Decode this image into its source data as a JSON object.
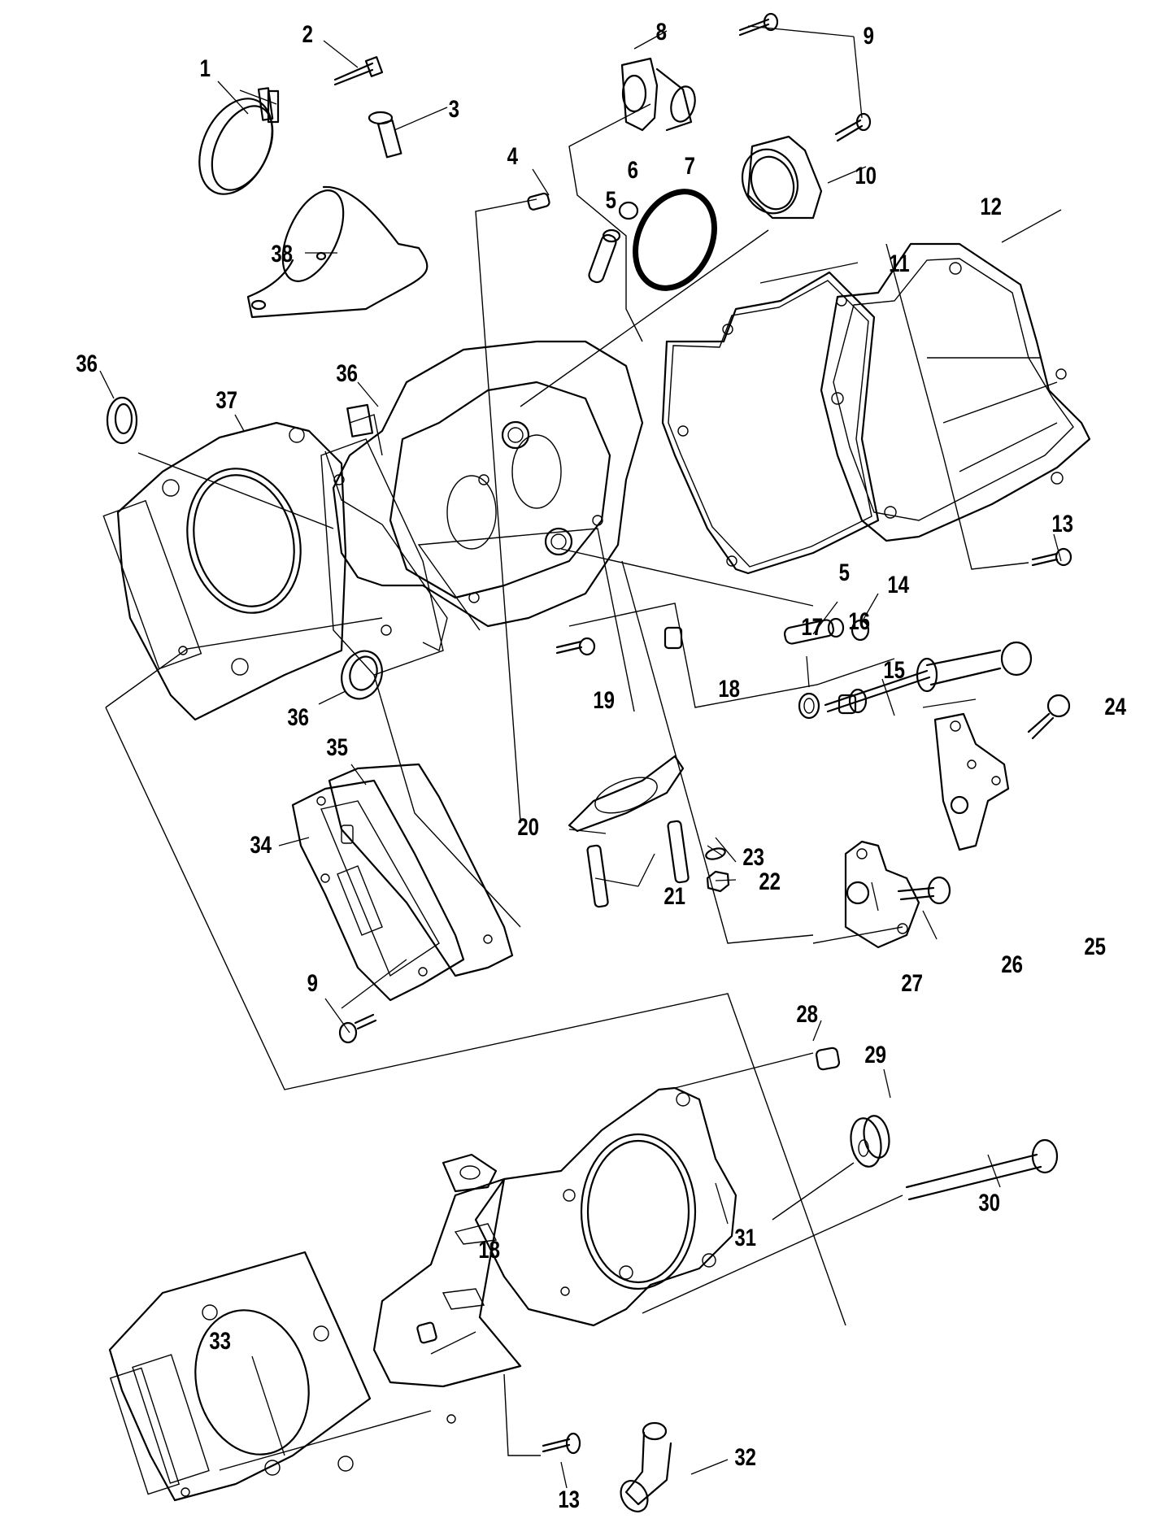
{
  "diagram": {
    "title": "Cylinder / Cylinder Head Assembly — Exploded Parts View",
    "line_color": "#000000",
    "background_color": "#ffffff",
    "callouts": [
      {
        "id": "c1",
        "label": "1",
        "part": "hose-clamp"
      },
      {
        "id": "c2",
        "label": "2",
        "part": "clamp-screw"
      },
      {
        "id": "c3",
        "label": "3",
        "part": "intake-boot-screw"
      },
      {
        "id": "c4",
        "label": "4",
        "part": "dowel-pin"
      },
      {
        "id": "c5a",
        "label": "5",
        "part": "valve-guide-upper"
      },
      {
        "id": "c6",
        "label": "6",
        "part": "valve-seal"
      },
      {
        "id": "c7",
        "label": "7",
        "part": "o-ring"
      },
      {
        "id": "c8",
        "label": "8",
        "part": "coolant-elbow"
      },
      {
        "id": "c9a",
        "label": "9",
        "part": "flange-bolt-upper"
      },
      {
        "id": "c10",
        "label": "10",
        "part": "thermostat-housing"
      },
      {
        "id": "c11",
        "label": "11",
        "part": "valve-cover-gasket"
      },
      {
        "id": "c12",
        "label": "12",
        "part": "valve-cover"
      },
      {
        "id": "c13a",
        "label": "13",
        "part": "cover-bolt-upper"
      },
      {
        "id": "c5b",
        "label": "5",
        "part": "valve-guide-lower"
      },
      {
        "id": "c14",
        "label": "14",
        "part": "valve-seal-lower"
      },
      {
        "id": "c15",
        "label": "15",
        "part": "head-bolt"
      },
      {
        "id": "c16",
        "label": "16",
        "part": "plug"
      },
      {
        "id": "c17",
        "label": "17",
        "part": "washer"
      },
      {
        "id": "c18a",
        "label": "18",
        "part": "dowel-upper"
      },
      {
        "id": "c19",
        "label": "19",
        "part": "bolt"
      },
      {
        "id": "c20",
        "label": "20",
        "part": "exhaust-gasket"
      },
      {
        "id": "c21",
        "label": "21",
        "part": "studs"
      },
      {
        "id": "c22",
        "label": "22",
        "part": "nut"
      },
      {
        "id": "c23",
        "label": "23",
        "part": "lock-washer"
      },
      {
        "id": "c24",
        "label": "24",
        "part": "bracket-bolt"
      },
      {
        "id": "c25",
        "label": "25",
        "part": "bracket-bolt-long"
      },
      {
        "id": "c26",
        "label": "26",
        "part": "bracket-right"
      },
      {
        "id": "c27",
        "label": "27",
        "part": "bracket-left"
      },
      {
        "id": "c28",
        "label": "28",
        "part": "dowel-cap"
      },
      {
        "id": "c29",
        "label": "29",
        "part": "fitting"
      },
      {
        "id": "c30",
        "label": "30",
        "part": "cylinder-bolt"
      },
      {
        "id": "c31",
        "label": "31",
        "part": "cylinder"
      },
      {
        "id": "c32",
        "label": "32",
        "part": "water-elbow"
      },
      {
        "id": "c13b",
        "label": "13",
        "part": "cylinder-bolt-small"
      },
      {
        "id": "c33",
        "label": "33",
        "part": "base-gasket"
      },
      {
        "id": "c18b",
        "label": "18",
        "part": "dowel-lower"
      },
      {
        "id": "c9b",
        "label": "9",
        "part": "side-cover-bolt"
      },
      {
        "id": "c34",
        "label": "34",
        "part": "side-cover"
      },
      {
        "id": "c35",
        "label": "35",
        "part": "side-cover-gasket"
      },
      {
        "id": "c36a",
        "label": "36",
        "part": "oil-seal-left"
      },
      {
        "id": "c36b",
        "label": "36",
        "part": "oil-seal-mid"
      },
      {
        "id": "c36c",
        "label": "36",
        "part": "oil-seal-lower"
      },
      {
        "id": "c37",
        "label": "37",
        "part": "head-gasket"
      },
      {
        "id": "c38",
        "label": "38",
        "part": "intake-boot"
      }
    ]
  }
}
